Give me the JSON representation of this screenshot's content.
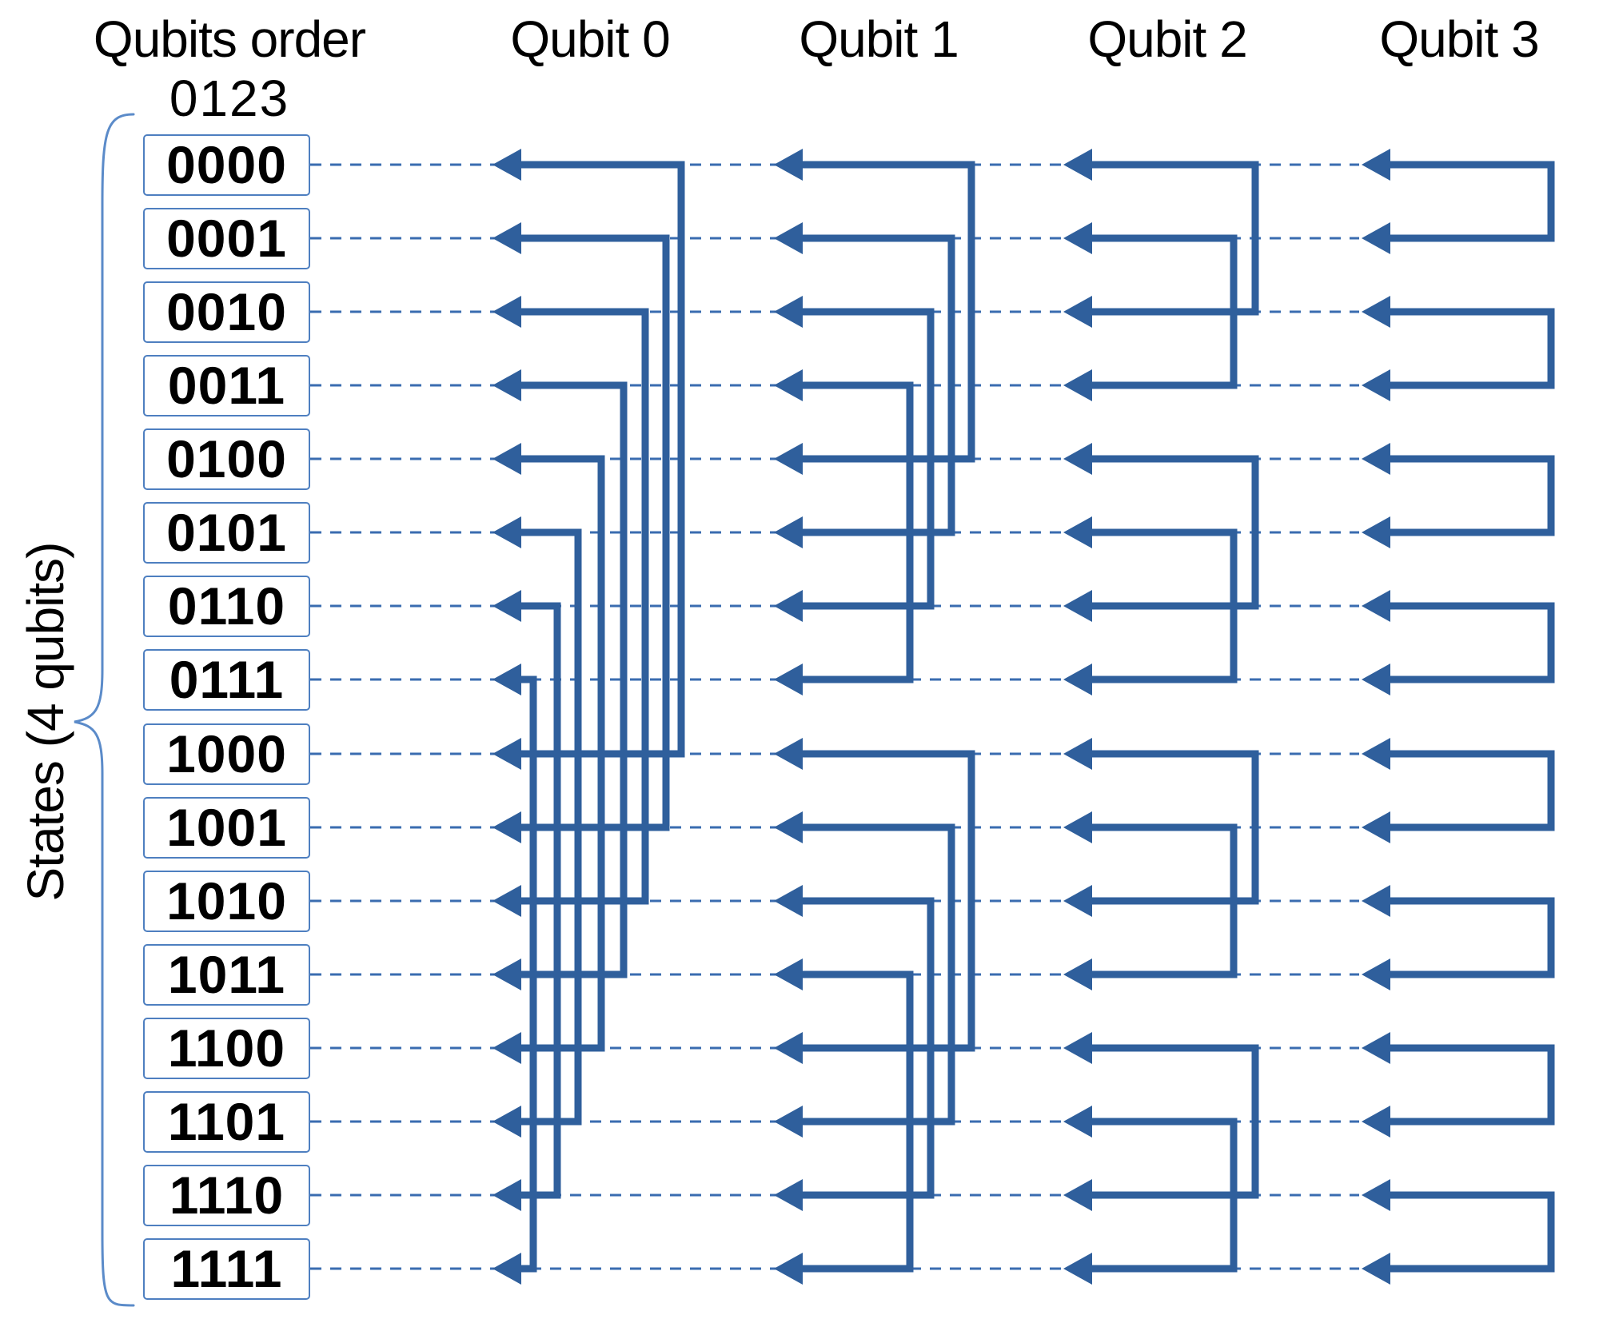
{
  "page": {
    "background": "#ffffff"
  },
  "header": {
    "qubits_order_label": "Qubits order",
    "qubits_order_value": "0123",
    "columns": [
      "Qubit 0",
      "Qubit 1",
      "Qubit 2",
      "Qubit 3"
    ]
  },
  "side_label": "States (4 qubits)",
  "states": [
    "0000",
    "0001",
    "0010",
    "0011",
    "0100",
    "0101",
    "0110",
    "0111",
    "1000",
    "1001",
    "1010",
    "1011",
    "1100",
    "1101",
    "1110",
    "1111"
  ],
  "colors": {
    "arrow": "#2f5f9c",
    "dashed": "#3a6cb0",
    "box_border": "#4e7fc0",
    "brace": "#5b8bc9",
    "text": "#000000"
  },
  "connections": {
    "qubit0": [
      [
        0,
        8
      ],
      [
        1,
        9
      ],
      [
        2,
        10
      ],
      [
        3,
        11
      ],
      [
        4,
        12
      ],
      [
        5,
        13
      ],
      [
        6,
        14
      ],
      [
        7,
        15
      ]
    ],
    "qubit1": [
      [
        0,
        4
      ],
      [
        1,
        5
      ],
      [
        2,
        6
      ],
      [
        3,
        7
      ],
      [
        8,
        12
      ],
      [
        9,
        13
      ],
      [
        10,
        14
      ],
      [
        11,
        15
      ]
    ],
    "qubit2": [
      [
        0,
        2
      ],
      [
        1,
        3
      ],
      [
        4,
        6
      ],
      [
        5,
        7
      ],
      [
        8,
        10
      ],
      [
        9,
        11
      ],
      [
        12,
        14
      ],
      [
        13,
        15
      ]
    ],
    "qubit3": [
      [
        0,
        1
      ],
      [
        2,
        3
      ],
      [
        4,
        5
      ],
      [
        6,
        7
      ],
      [
        8,
        9
      ],
      [
        10,
        11
      ],
      [
        12,
        13
      ],
      [
        14,
        15
      ]
    ]
  }
}
